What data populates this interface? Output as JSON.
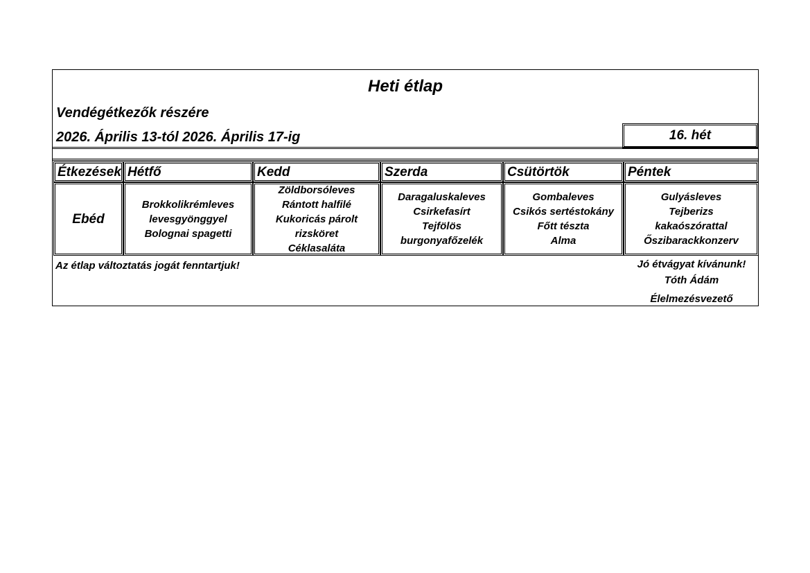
{
  "header": {
    "title": "Heti étlap",
    "subtitle": "Vendégétkezők részére",
    "date_range": "2026. Április 13-tól 2026. Április 17-ig",
    "week": "16. hét"
  },
  "table": {
    "columns": [
      "Étkezések",
      "Hétfő",
      "Kedd",
      "Szerda",
      "Csütörtök",
      "Péntek"
    ],
    "meal": "Ebéd",
    "days": [
      {
        "lines": [
          "Brokkolikrémleves",
          "levesgyönggyel",
          "Bolognai spagetti"
        ]
      },
      {
        "lines": [
          "Zöldborsóleves",
          "Rántott halfilé",
          "Kukoricás párolt",
          "rizsköret",
          "Céklasaláta"
        ]
      },
      {
        "lines": [
          "Daragaluskaleves",
          "Csirkefasírt",
          "Tejfölös",
          "burgonyafőzelék"
        ]
      },
      {
        "lines": [
          "Gombaleves",
          "Csikós sertéstokány",
          "Főtt tészta",
          "Alma"
        ]
      },
      {
        "lines": [
          "Gulyásleves",
          "Tejberizs",
          "kakaószórattal",
          "Őszibarackkonzerv"
        ]
      }
    ]
  },
  "footer": {
    "note": "Az étlap változtatás jogát fenntartjuk!",
    "greeting": "Jó étvágyat kívánunk!",
    "name": "Tóth Ádám",
    "role": "Élelmezésvezető"
  }
}
